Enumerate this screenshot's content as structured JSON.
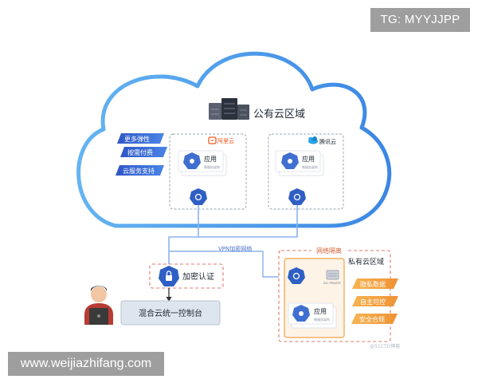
{
  "watermarks": {
    "top": "TG: MYYJJPP",
    "bottom": "www.weijiazhifang.com"
  },
  "public_cloud": {
    "title": "公有云区域",
    "features": [
      "更多弹性",
      "按需付费",
      "云服务支持"
    ],
    "providers": [
      {
        "name": "阿里云",
        "app_label": "应用",
        "app_sub": "微服务架构"
      },
      {
        "name": "腾讯云",
        "app_label": "应用",
        "app_sub": "微服务架构"
      }
    ]
  },
  "vpn_label": "VPN加密网络",
  "auth_label": "加密认证",
  "console_label": "混合云统一控制台",
  "private_cloud": {
    "isolation_label": "网络隔离",
    "title": "私有云区域",
    "device_label": "IDC PRIVATE",
    "app_label": "应用",
    "app_sub": "微服务架构",
    "features": [
      "隐私数据",
      "自主可控",
      "安全合规"
    ]
  },
  "credit": "@51CTO博客",
  "colors": {
    "cloud_border": "#4f9be9",
    "blue": "#3f6fd1",
    "orange": "#f2a24a",
    "dashed_red": "#e07a6a",
    "vpn": "#8ab4ec"
  }
}
